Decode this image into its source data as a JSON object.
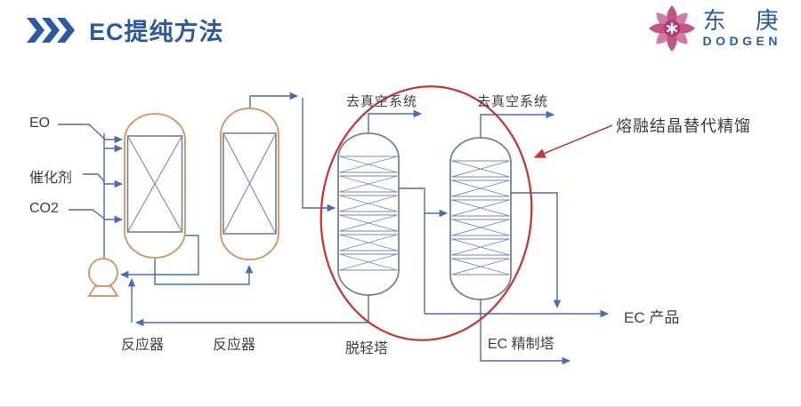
{
  "title": {
    "text": "EC提纯方法"
  },
  "logo": {
    "cn": "东 庚",
    "en": "DODGEN"
  },
  "diagram": {
    "inputs": {
      "eo": "EO",
      "catalyst": "催化剂",
      "co2": "CO2"
    },
    "equipment": {
      "reactor1": "反应器",
      "reactor2": "反应器",
      "column1": "脱轻塔",
      "column2": "EC 精制塔"
    },
    "streams": {
      "vacuum1": "去真空系统",
      "vacuum2": "去真空系统",
      "product": "EC 产品"
    },
    "annotation": "熔融结晶替代精馏"
  },
  "colors": {
    "accent-blue": "#2d5a9f",
    "line-blue": "#4a6cb5",
    "vessel-orange": "#d59a6e",
    "vessel-gray": "#74819f",
    "packing-blue": "#7388bf",
    "red": "#c23a37",
    "label-dark": "#404040",
    "logo-pink": "#c05588",
    "logo-pink-light": "#d27ba6",
    "logo-core": "#b23a74",
    "logo-blue": "#2a5aa8"
  }
}
